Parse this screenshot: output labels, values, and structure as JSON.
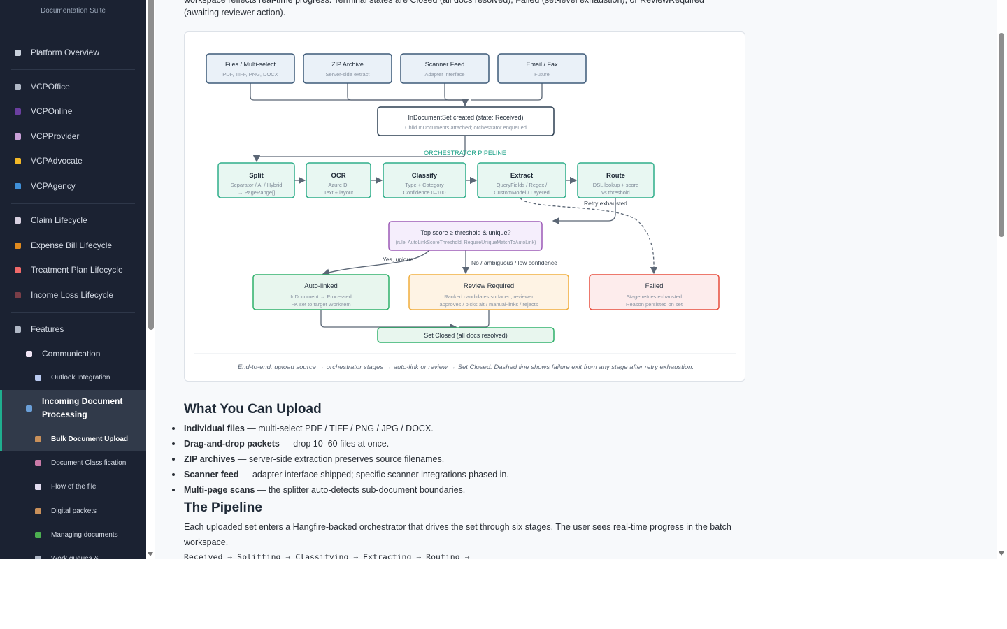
{
  "sidebar": {
    "brand": "Documentation Suite",
    "items": [
      {
        "label": "Platform Overview",
        "icon": "menu-icon",
        "color": "#c9d1dc"
      },
      {
        "label": "VCPOffice",
        "icon": "gear-icon",
        "color": "#b0b8c6"
      },
      {
        "label": "VCPOnline",
        "icon": "person-icon",
        "color": "#6b3fa0"
      },
      {
        "label": "VCPProvider",
        "icon": "fax-icon",
        "color": "#c9a0d8"
      },
      {
        "label": "VCPAdvocate",
        "icon": "handshake-icon",
        "color": "#f3b928"
      },
      {
        "label": "VCPAgency",
        "icon": "officer-icon",
        "color": "#3f8fd8"
      },
      {
        "label": "Claim Lifecycle",
        "icon": "clipboard-icon",
        "color": "#d8d0e0"
      },
      {
        "label": "Expense Bill Lifecycle",
        "icon": "money-bag-icon",
        "color": "#e08a1e"
      },
      {
        "label": "Treatment Plan Lifecycle",
        "icon": "pill-icon",
        "color": "#f06a6a"
      },
      {
        "label": "Income Loss Lifecycle",
        "icon": "briefcase-icon",
        "color": "#7a3e48"
      },
      {
        "label": "Features",
        "icon": "star-icon",
        "color": "#b0b8c6"
      },
      {
        "label": "Communication",
        "icon": "speech-bubble-icon",
        "color": "#f1e6f6"
      },
      {
        "label": "Outlook Integration",
        "icon": "outlook-icon",
        "color": "#b9c9f0"
      },
      {
        "label": "Incoming Document Processing",
        "icon": "inbox-icon",
        "color": "#6a9fd8"
      },
      {
        "label": "Bulk Document Upload",
        "icon": "package-icon",
        "color": "#c9905a"
      },
      {
        "label": "Document Classification",
        "icon": "robot-icon",
        "color": "#c97aa8"
      },
      {
        "label": "Flow of the file",
        "icon": "page-icon",
        "color": "#e2dcef"
      },
      {
        "label": "Digital packets",
        "icon": "package-icon",
        "color": "#c9905a"
      },
      {
        "label": "Managing documents",
        "icon": "documents-icon",
        "color": "#4caf50"
      },
      {
        "label": "Work queues &",
        "icon": "queue-icon",
        "color": "#b0b8c6"
      }
    ]
  },
  "main": {
    "intro_line1": "workspace reflects real-time progress. Terminal states are Closed (all docs resolved), Failed (set-level exhaustion), or ReviewRequired",
    "intro_line2": "(awaiting reviewer action).",
    "diagram": {
      "sources": [
        {
          "title": "Files / Multi-select",
          "sub": "PDF, TIFF, PNG, DOCX"
        },
        {
          "title": "ZIP Archive",
          "sub": "Server-side extract"
        },
        {
          "title": "Scanner Feed",
          "sub": "Adapter interface"
        },
        {
          "title": "Email / Fax",
          "sub": "Future"
        }
      ],
      "set_created": {
        "title": "InDocumentSet created (state: Received)",
        "sub": "Child InDocuments attached; orchestrator enqueued"
      },
      "pipeline_label": "ORCHESTRATOR PIPELINE",
      "stages": [
        {
          "title": "Split",
          "sub1": "Separator / AI / Hybrid",
          "sub2": "→ PageRange[]"
        },
        {
          "title": "OCR",
          "sub1": "Azure DI",
          "sub2": "Text + layout"
        },
        {
          "title": "Classify",
          "sub1": "Type + Category",
          "sub2": "Confidence 0–100"
        },
        {
          "title": "Extract",
          "sub1": "QueryFields / Regex /",
          "sub2": "CustomModel / Layered"
        },
        {
          "title": "Route",
          "sub1": "DSL lookup + score",
          "sub2": "vs threshold"
        }
      ],
      "retry_label": "Retry exhausted",
      "decision": {
        "title": "Top score ≥ threshold & unique?",
        "sub": "(rule: AutoLinkScoreThreshold, RequireUniqueMatchToAutoLink)"
      },
      "yes_label": "Yes, unique",
      "no_label": "No / ambiguous / low confidence",
      "outcomes": [
        {
          "title": "Auto-linked",
          "sub1": "InDocument → Processed",
          "sub2": "FK set to target WorkItem"
        },
        {
          "title": "Review Required",
          "sub1": "Ranked candidates surfaced; reviewer",
          "sub2": "approves / picks alt / manual-links / rejects"
        },
        {
          "title": "Failed",
          "sub1": "Stage retries exhausted",
          "sub2": "Reason persisted on set"
        }
      ],
      "closed": "Set Closed (all docs resolved)",
      "caption": "End-to-end: upload source → orchestrator stages → auto-link or review → Set Closed. Dashed line shows failure exit from any stage after retry exhaustion."
    },
    "upload_heading": "What You Can Upload",
    "upload_items": [
      {
        "term": "Individual files",
        "desc": " — multi-select PDF / TIFF / PNG / JPG / DOCX."
      },
      {
        "term": "Drag-and-drop packets",
        "desc": " — drop 10–60 files at once."
      },
      {
        "term": "ZIP archives",
        "desc": " — server-side extraction preserves source filenames."
      },
      {
        "term": "Scanner feed",
        "desc": " — adapter interface shipped; specific scanner integrations phased in."
      },
      {
        "term": "Multi-page scans",
        "desc": " — the splitter auto-detects sub-document boundaries."
      }
    ],
    "pipeline_heading": "The Pipeline",
    "pipeline_text": "Each uploaded set enters a Hangfire-backed orchestrator that drives the set through six stages. The user sees real-time progress in the batch workspace.",
    "pipeline_code": "Received → Splitting → Classifying → Extracting → Routing →"
  },
  "colors": {
    "sidebar_bg": "#1b2232",
    "accent": "#1fae8f",
    "source_border": "#3d5a78",
    "stage_border": "#2fae8a",
    "decision_border": "#9b59b6",
    "review_border": "#f0ad3c",
    "failed_border": "#e74c3c"
  }
}
